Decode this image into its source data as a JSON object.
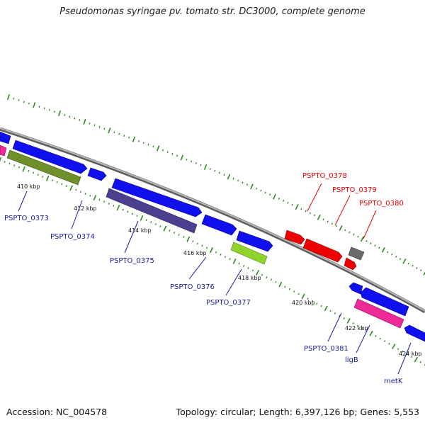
{
  "title": "Pseudomonas syringae pv. tomato str. DC3000, complete genome",
  "footer": {
    "accession": "Accession: NC_004578",
    "summary": "Topology: circular; Length: 6,397,126 bp; Genes: 5,553"
  },
  "colors": {
    "backbone": "#8c8c8c",
    "tick": "#2e8b1e",
    "forward_gene": "#1010ee",
    "reverse_gene_label": "#1a1aa0",
    "rna_gene": "#ee0000",
    "olive_feature": "#6f8f2a",
    "purple_feature": "#4b3f8f",
    "lime_feature": "#8fd42a",
    "pink_feature": "#ee2a96",
    "grey_feature": "#6a6a6a"
  },
  "scale_labels": [
    "410 kbp",
    "412 kbp",
    "414 kbp",
    "416 kbp",
    "418 kbp",
    "420 kbp",
    "422 kbp",
    "424 kbp"
  ],
  "gene_labels": [
    {
      "name": "PSPTO_0373",
      "strand": "minus"
    },
    {
      "name": "PSPTO_0374",
      "strand": "minus"
    },
    {
      "name": "PSPTO_0375",
      "strand": "minus"
    },
    {
      "name": "PSPTO_0376",
      "strand": "minus"
    },
    {
      "name": "PSPTO_0377",
      "strand": "minus"
    },
    {
      "name": "PSPTO_0378",
      "strand": "plus"
    },
    {
      "name": "PSPTO_0379",
      "strand": "plus"
    },
    {
      "name": "PSPTO_0380",
      "strand": "plus"
    },
    {
      "name": "PSPTO_0381",
      "strand": "minus"
    },
    {
      "name": "ligB",
      "strand": "minus"
    },
    {
      "name": "metK",
      "strand": "minus"
    }
  ]
}
